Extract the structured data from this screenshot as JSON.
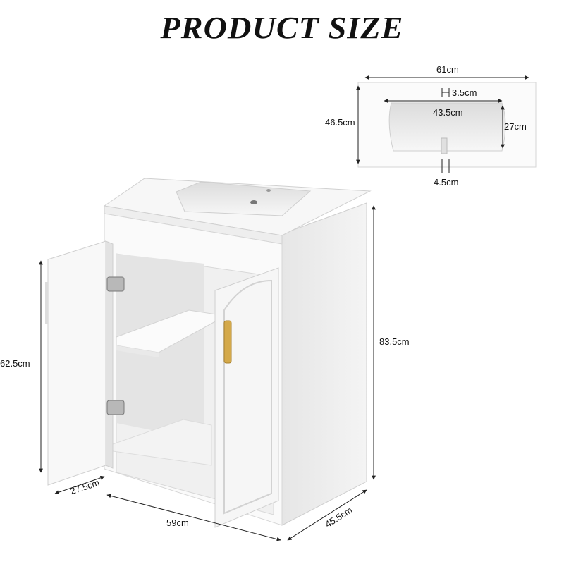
{
  "title": "PRODUCT SIZE",
  "basin": {
    "width": "61cm",
    "depth": "46.5cm",
    "drain": "3.5cm",
    "inner_width": "43.5cm",
    "inner_depth": "27cm",
    "faucet_hole": "4.5cm"
  },
  "cabinet": {
    "height": "83.5cm",
    "door_height": "62.5cm",
    "door_width": "27.5cm",
    "width": "59cm",
    "depth": "45.5cm"
  }
}
